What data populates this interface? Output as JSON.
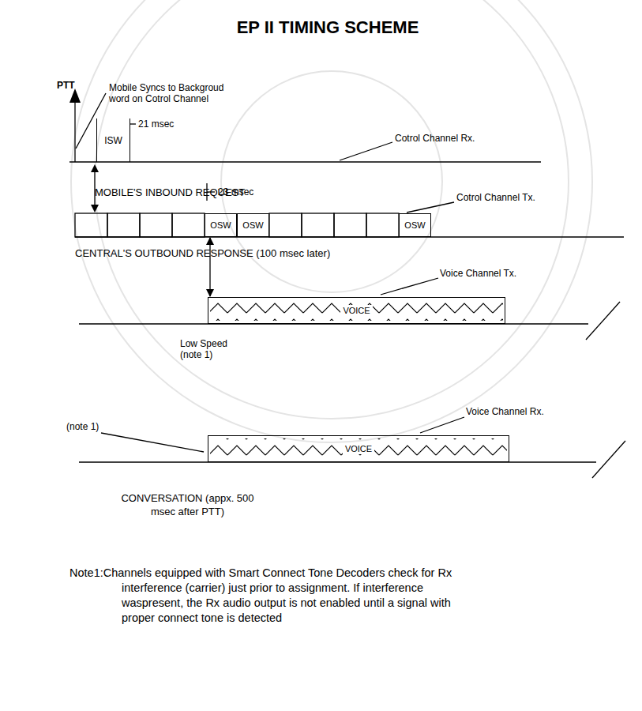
{
  "diagram": {
    "title": "EP II TIMING SCHEME",
    "nodes": [
      {
        "text": [
          "ISW"
        ]
      },
      {
        "text": [
          "OSW"
        ]
      },
      {
        "text": [
          "OSW"
        ]
      },
      {
        "text": [
          "OSW"
        ]
      },
      {
        "text": [
          "VOICE"
        ]
      },
      {
        "text": [
          "VOICE"
        ]
      }
    ],
    "edges": [
      {
        "from": 1,
        "to": 4,
        "arrow": "both"
      }
    ],
    "labels": [
      "PTT",
      "Mobile Syncs to Backgroud word on Cotrol Channel",
      "21 msec",
      "Cotrol Channel Rx.",
      "MOBILE'S INBOUND REQUEST",
      "23 msec",
      "Cotrol Channel Tx.",
      "CENTRAL'S OUTBOUND RESPONSE (100 msec later)",
      "Voice Channel Tx.",
      "Low Speed (note 1)",
      "(note 1)",
      "Voice Channel Rx.",
      "CONVERSATION (appx. 500 msec after PTT)",
      "Note1:Channels equipped with Smart Connect Tone Decoders check for Rx interference (carrier) just prior to assignment. If interference waspresent, the Rx audio output is not enabled until a signal with proper connect tone is detected"
    ]
  }
}
